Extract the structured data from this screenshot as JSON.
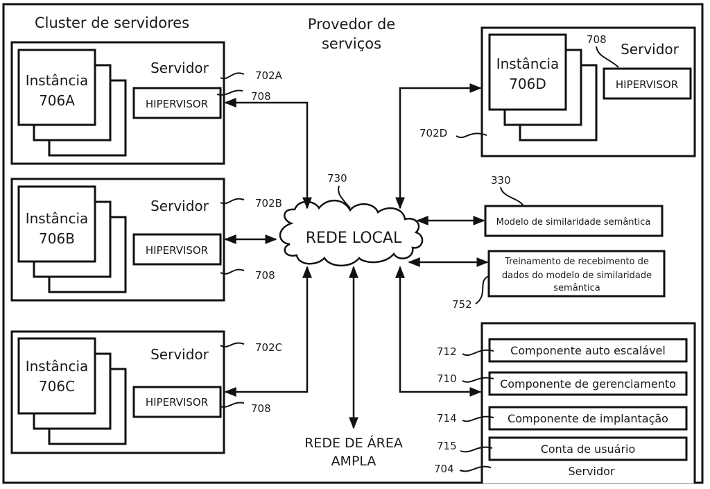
{
  "title_cluster": "Cluster de servidores",
  "title_provider": [
    "Provedor de",
    "serviços"
  ],
  "servers": [
    {
      "id": "A",
      "label": "Servidor",
      "instance": [
        "Instância",
        "706A"
      ],
      "hypervisor": "HIPERVISOR",
      "ref_server": "702A",
      "ref_hyp": "708"
    },
    {
      "id": "B",
      "label": "Servidor",
      "instance": [
        "Instância",
        "706B"
      ],
      "hypervisor": "HIPERVISOR",
      "ref_server": "702B",
      "ref_hyp": "708"
    },
    {
      "id": "C",
      "label": "Servidor",
      "instance": [
        "Instância",
        "706C"
      ],
      "hypervisor": "HIPERVISOR",
      "ref_server": "702C",
      "ref_hyp": "708"
    },
    {
      "id": "D",
      "label": "Servidor",
      "instance": [
        "Instância",
        "706D"
      ],
      "hypervisor": "HIPERVISOR",
      "ref_server": "702D",
      "ref_hyp": "708"
    }
  ],
  "network": {
    "label": "REDE LOCAL",
    "ref": "730"
  },
  "wan": {
    "label": [
      "REDE DE ÁREA",
      "AMPLA"
    ]
  },
  "model": {
    "label": "Modelo de similaridade semântica",
    "ref": "330"
  },
  "training": {
    "label": [
      "Treinamento de recebimento de",
      "dados do modelo de similaridade",
      "semântica"
    ],
    "ref": "752"
  },
  "mgmt_server": {
    "label": "Servidor",
    "ref": "704",
    "components": [
      {
        "label": "Componente auto escalável",
        "ref": "712"
      },
      {
        "label": "Componente de gerenciamento",
        "ref": "710"
      },
      {
        "label": "Componente de implantação",
        "ref": "714"
      },
      {
        "label": "Conta de usuário",
        "ref": "715"
      }
    ]
  }
}
